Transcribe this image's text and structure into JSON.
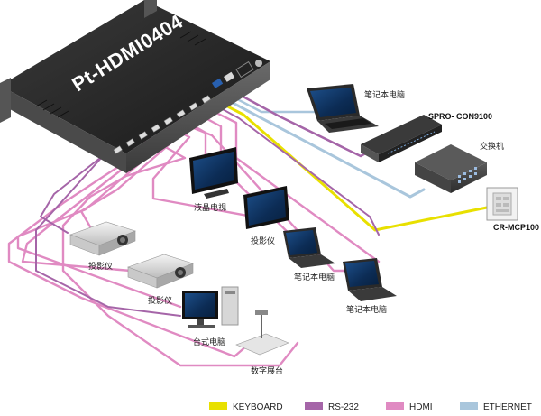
{
  "device": {
    "model": "Pt-HDMI0404"
  },
  "labels": {
    "laptop_top": "笔记本电脑",
    "spro": "SPRO- CON9100",
    "switch": "交换机",
    "crmcp": "CR-MCP100",
    "lcd_tv": "液晶电视",
    "projector_right": "投影仪",
    "projector_1": "投影仪",
    "projector_2": "投影仪",
    "laptop_mid": "笔记本电脑",
    "laptop_bottom": "笔记本电脑",
    "desktop": "台式电脑",
    "visualizer": "数字展台"
  },
  "legend": [
    {
      "key": "keyboard",
      "label": "KEYBOARD",
      "color": "#e8e000"
    },
    {
      "key": "rs232",
      "label": "RS-232",
      "color": "#a565a8"
    },
    {
      "key": "hdmi",
      "label": "HDMI",
      "color": "#e08ac2"
    },
    {
      "key": "ethernet",
      "label": "ETHERNET",
      "color": "#a9c6dc"
    }
  ]
}
